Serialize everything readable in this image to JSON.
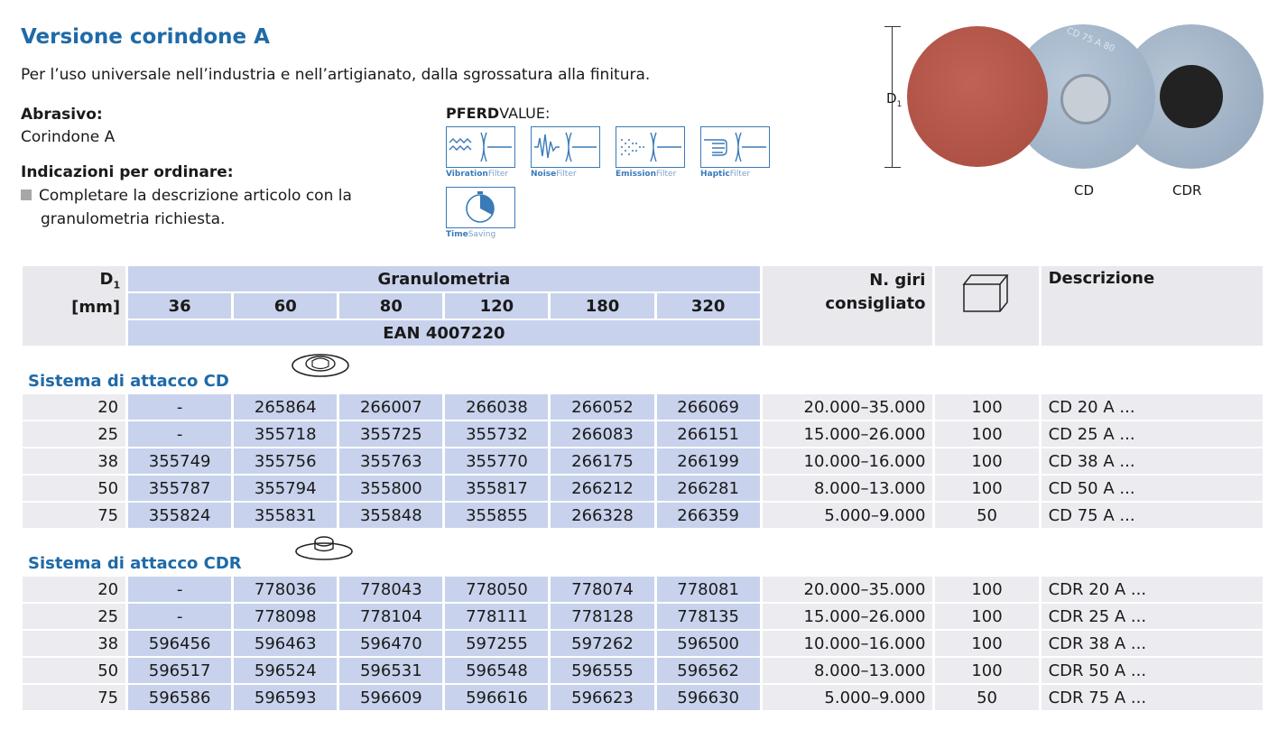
{
  "heading": {
    "title": "Versione corindone A",
    "intro": "Per l’uso universale nell’industria e nell’artigianato, dalla sgrossatura alla finitura."
  },
  "abrasive": {
    "label": "Abrasivo:",
    "value": "Corindone A"
  },
  "ordering": {
    "label": "Indicazioni per ordinare:",
    "line1": "Completare la descrizione articolo con la",
    "line2": "granulometria richiesta."
  },
  "pferd_value": {
    "brand": "PFERD",
    "suffix": "VALUE:",
    "icons": [
      {
        "name": "vibration-filter-icon",
        "bold": "Vibration",
        "light": "Filter"
      },
      {
        "name": "noise-filter-icon",
        "bold": "Noise",
        "light": "Filter"
      },
      {
        "name": "emission-filter-icon",
        "bold": "Emission",
        "light": "Filter"
      },
      {
        "name": "haptic-filter-icon",
        "bold": "Haptic",
        "light": "Filter"
      },
      {
        "name": "time-saving-icon",
        "bold": "Time",
        "light": "Saving"
      }
    ]
  },
  "product_image": {
    "dimension_label": "D",
    "dimension_sub": "1",
    "labels": [
      "CD",
      "CDR"
    ],
    "disc_text": "CD 75 A 80",
    "colors": {
      "abrasive": "#b5564a",
      "backing": "#9db0c4"
    }
  },
  "table": {
    "header": {
      "d1_label": "D",
      "d1_sub": "1",
      "d1_unit": "[mm]",
      "grit_label": "Granulometria",
      "grits": [
        "36",
        "60",
        "80",
        "120",
        "180",
        "320"
      ],
      "ean": "EAN 4007220",
      "rpm": "N. giri consigliato",
      "rpm_line1": "N. giri",
      "rpm_line2": "consigliato",
      "pack_icon": "package-box-icon",
      "description": "Descrizione"
    },
    "sections": [
      {
        "title": "Sistema di attacco CD",
        "icon": "cd-attachment-icon",
        "rows": [
          {
            "d1": "20",
            "codes": [
              "-",
              "265864",
              "266007",
              "266038",
              "266052",
              "266069"
            ],
            "rpm": "20.000–35.000",
            "pack": "100",
            "desc": "CD 20 A ..."
          },
          {
            "d1": "25",
            "codes": [
              "-",
              "355718",
              "355725",
              "355732",
              "266083",
              "266151"
            ],
            "rpm": "15.000–26.000",
            "pack": "100",
            "desc": "CD 25 A ..."
          },
          {
            "d1": "38",
            "codes": [
              "355749",
              "355756",
              "355763",
              "355770",
              "266175",
              "266199"
            ],
            "rpm": "10.000–16.000",
            "pack": "100",
            "desc": "CD 38 A ..."
          },
          {
            "d1": "50",
            "codes": [
              "355787",
              "355794",
              "355800",
              "355817",
              "266212",
              "266281"
            ],
            "rpm": "8.000–13.000",
            "pack": "100",
            "desc": "CD 50 A ..."
          },
          {
            "d1": "75",
            "codes": [
              "355824",
              "355831",
              "355848",
              "355855",
              "266328",
              "266359"
            ],
            "rpm": "5.000–9.000",
            "pack": "50",
            "desc": "CD 75 A ..."
          }
        ]
      },
      {
        "title": "Sistema di attacco CDR",
        "icon": "cdr-attachment-icon",
        "rows": [
          {
            "d1": "20",
            "codes": [
              "-",
              "778036",
              "778043",
              "778050",
              "778074",
              "778081"
            ],
            "rpm": "20.000–35.000",
            "pack": "100",
            "desc": "CDR 20 A ..."
          },
          {
            "d1": "25",
            "codes": [
              "-",
              "778098",
              "778104",
              "778111",
              "778128",
              "778135"
            ],
            "rpm": "15.000–26.000",
            "pack": "100",
            "desc": "CDR 25 A ..."
          },
          {
            "d1": "38",
            "codes": [
              "596456",
              "596463",
              "596470",
              "597255",
              "597262",
              "596500"
            ],
            "rpm": "10.000–16.000",
            "pack": "100",
            "desc": "CDR 38 A ..."
          },
          {
            "d1": "50",
            "codes": [
              "596517",
              "596524",
              "596531",
              "596548",
              "596555",
              "596562"
            ],
            "rpm": "8.000–13.000",
            "pack": "100",
            "desc": "CDR 50 A ..."
          },
          {
            "d1": "75",
            "codes": [
              "596586",
              "596593",
              "596609",
              "596616",
              "596623",
              "596630"
            ],
            "rpm": "5.000–9.000",
            "pack": "50",
            "desc": "CDR 75 A ..."
          }
        ]
      }
    ]
  }
}
